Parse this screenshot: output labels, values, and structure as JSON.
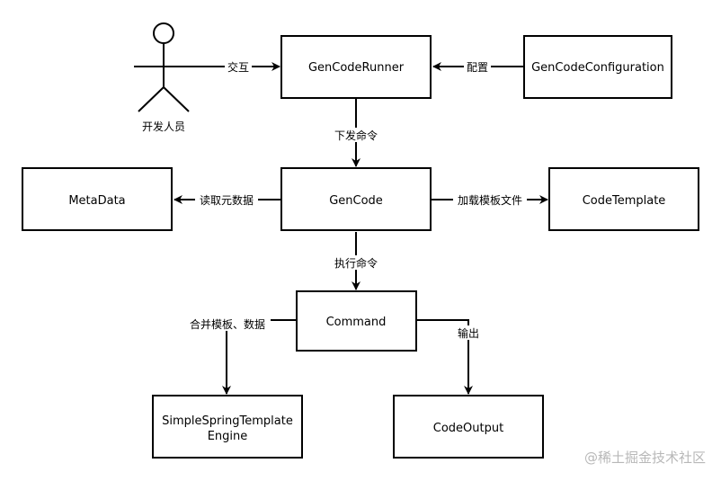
{
  "actor": {
    "label": "开发人员"
  },
  "nodes": {
    "runner": "GenCodeRunner",
    "configuration": "GenCodeConfiguration",
    "metadata": "MetaData",
    "gencode": "GenCode",
    "template": "CodeTemplate",
    "command": "Command",
    "engine_line1": "SimpleSpringTemplate",
    "engine_line2": "Engine",
    "output": "CodeOutput"
  },
  "edges": {
    "interact": "交互",
    "configure": "配置",
    "issue_command": "下发命令",
    "read_metadata": "读取元数据",
    "load_template": "加载模板文件",
    "execute_command": "执行命令",
    "merge": "合并模板、数据",
    "output": "输出"
  },
  "watermark": "@稀土掘金技术社区"
}
